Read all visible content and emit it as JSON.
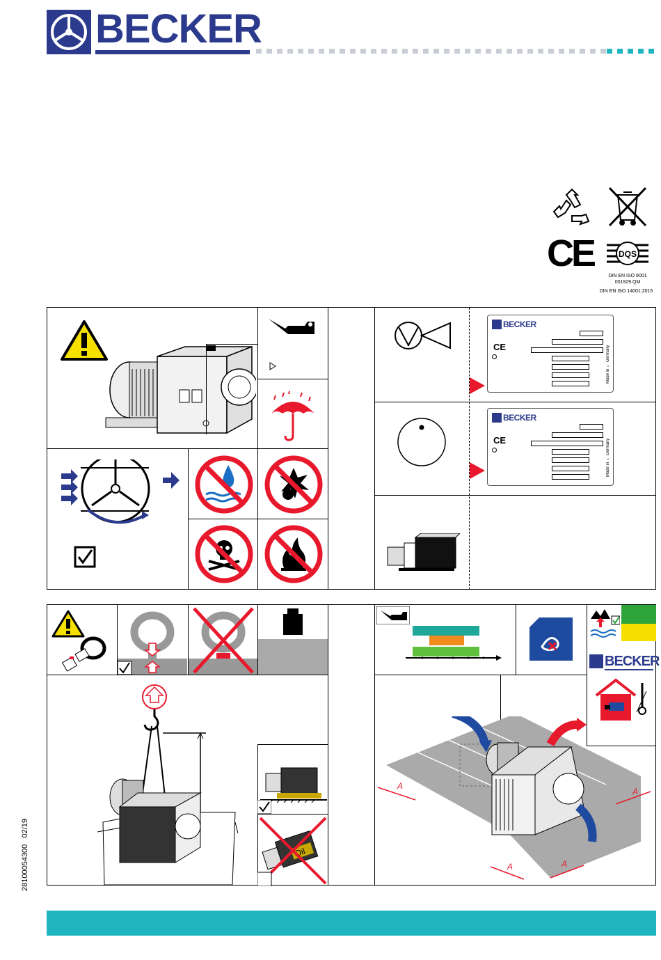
{
  "header": {
    "brand_name": "BECKER",
    "brand_color": "#2b3a8c",
    "accent_color": "#1fb5bf"
  },
  "certifications": {
    "iso9001_line1": "DIN EN ISO 9001",
    "iso9001_line2": "001929 QM",
    "iso14001": "DIN EN ISO 14001:2015",
    "ce_mark": "CE",
    "icons": [
      "recycle-icon",
      "weee-crossed-bin-icon",
      "ce-mark-icon",
      "dqs-certificate-icon"
    ]
  },
  "nameplates": {
    "brand_name": "BECKER",
    "ce_label": "CE",
    "made_in": "Made in",
    "country": "Germany"
  },
  "storage": {
    "label_oil": "Oil",
    "distance_label": "A"
  },
  "side_code": {
    "doc_number": "28100054300",
    "date": "02/19"
  }
}
